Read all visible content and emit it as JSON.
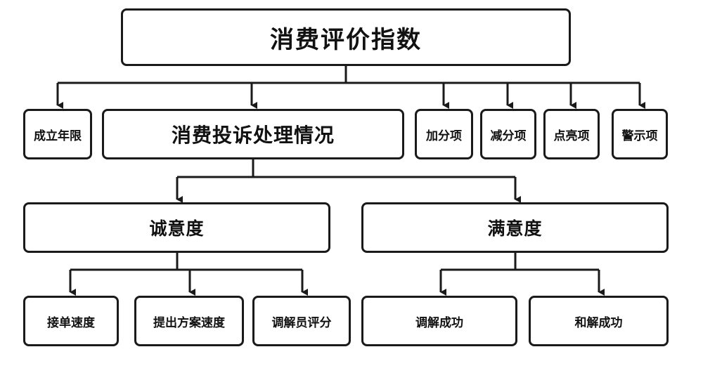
{
  "root": {
    "label": "消费评价指数"
  },
  "level1": {
    "years": "成立年限",
    "complaint": "消费投诉处理情况",
    "bonus": "加分项",
    "deduction": "减分项",
    "highlight": "点亮项",
    "warning": "警示项"
  },
  "level2": {
    "sincerity": "诚意度",
    "satisfaction": "满意度"
  },
  "level3": {
    "accept_speed": "接单速度",
    "proposal_speed": "提出方案速度",
    "mediator_score": "调解员评分",
    "mediation_success": "调解成功",
    "settlement_success": "和解成功"
  },
  "colors": {
    "border": "#1a1a1a",
    "line": "#1a1a1a",
    "background": "#ffffff"
  }
}
